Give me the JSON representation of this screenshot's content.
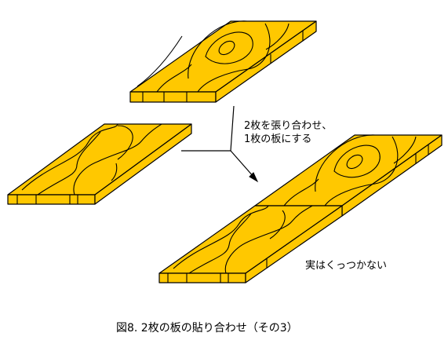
{
  "note": {
    "line1": "2枚を張り合わせ、",
    "line2": "1枚の板にする"
  },
  "annotation": "実はくっつかない",
  "caption": "図8. 2枚の板の貼り合わせ（その3）",
  "colors": {
    "wood": "#FFC800",
    "outline": "#000000"
  }
}
